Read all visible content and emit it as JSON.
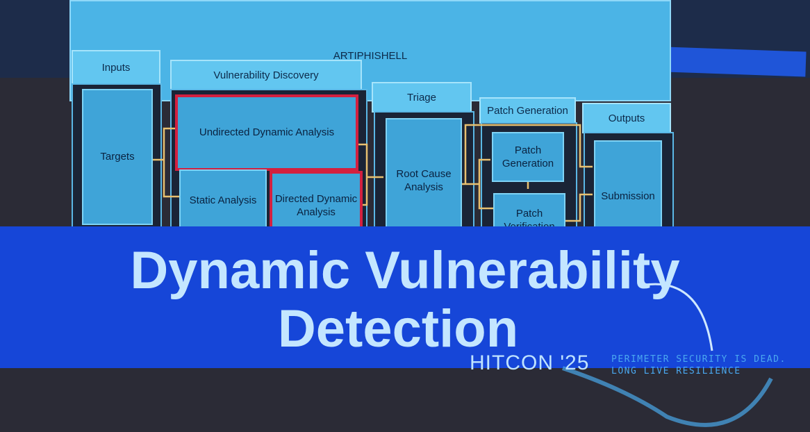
{
  "diagram": {
    "title": "ARTIPHISHELL",
    "columns": {
      "inputs": {
        "header": "Inputs",
        "items": [
          "Targets"
        ]
      },
      "discovery": {
        "header": "Vulnerability Discovery",
        "items": [
          "Undirected Dynamic Analysis",
          "Static Analysis",
          "Directed Dynamic Analysis"
        ]
      },
      "triage": {
        "header": "Triage",
        "items": [
          "Root Cause Analysis"
        ]
      },
      "patch": {
        "header": "Patch Generation",
        "items": [
          "Patch Generation",
          "Patch Verification"
        ]
      },
      "outputs": {
        "header": "Outputs",
        "items": [
          "Submission"
        ]
      }
    },
    "highlight_color": "#d3203f"
  },
  "slide": {
    "title_line1": "Dynamic Vulnerability",
    "title_line2": "Detection",
    "event": "HITCON '25",
    "tagline_line1": "PERIMETER SECURITY IS DEAD.",
    "tagline_line2": "LONG LIVE RESILIENCE"
  }
}
